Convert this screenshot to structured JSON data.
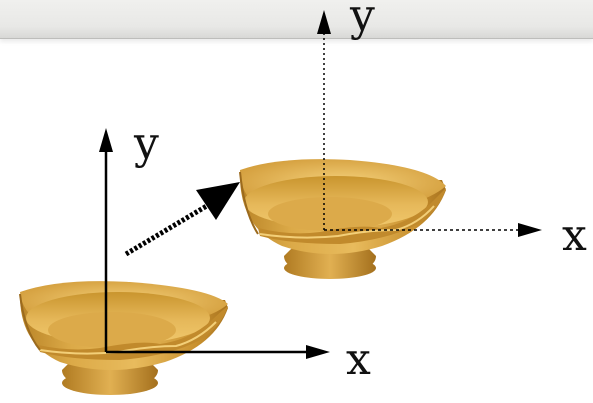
{
  "axes": {
    "left": {
      "x_label": "x",
      "y_label": "y"
    },
    "right": {
      "x_label": "x",
      "y_label": "y"
    }
  },
  "colors": {
    "bowl": "#d6a33d",
    "bowl_shadow": "#a9782a",
    "bowl_highlight": "#f2c96c",
    "axis": "#000000",
    "top_bar": "#e8e8e6"
  },
  "icons": {
    "transform_arrow": "dotted-arrow-icon"
  }
}
